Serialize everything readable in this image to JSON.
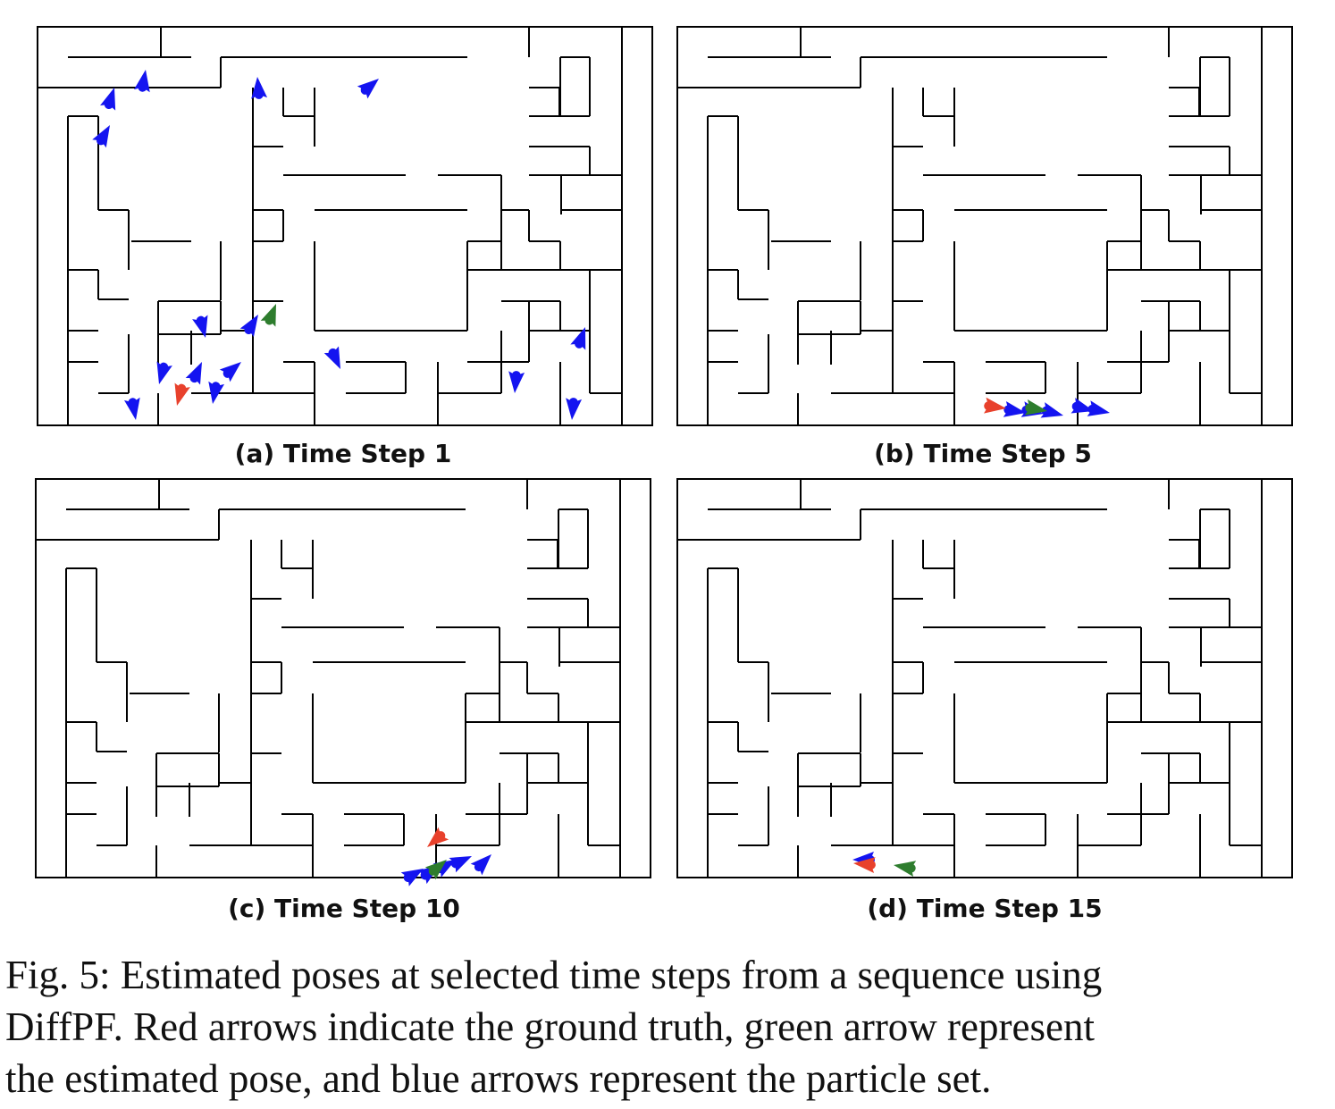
{
  "figure": {
    "panels": [
      {
        "label": "(a) Time Step 1"
      },
      {
        "label": "(b) Time Step 5"
      },
      {
        "label": "(c) Time Step 10"
      },
      {
        "label": "(d) Time Step 15"
      }
    ],
    "legend_colors": {
      "ground_truth": "#e8412c",
      "estimate": "#2e7d2e",
      "particles": "#1414f0"
    }
  },
  "caption": {
    "lines": [
      "Fig. 5: Estimated poses at selected time steps from a sequence using",
      "DiffPF. Red arrows indicate the ground truth, green arrow represent",
      "the estimated pose, and blue arrows represent the particle set."
    ]
  }
}
